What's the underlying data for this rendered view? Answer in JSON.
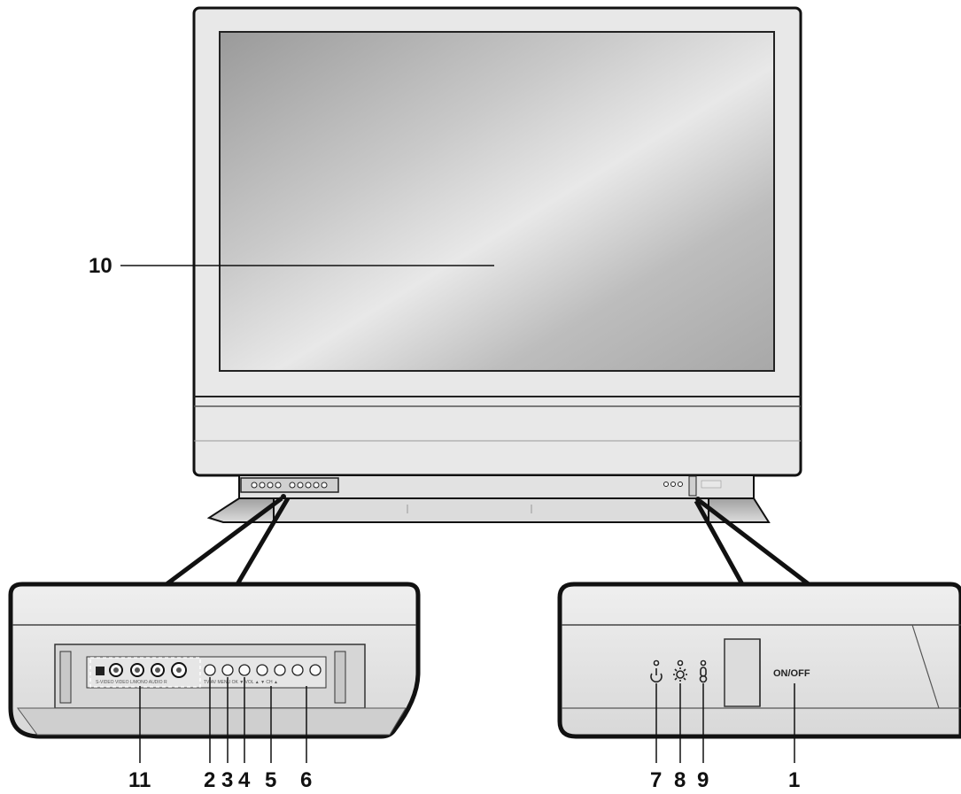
{
  "callouts": {
    "n1": "1",
    "n2": "2",
    "n3": "3",
    "n4": "4",
    "n5": "5",
    "n6": "6",
    "n7": "7",
    "n8": "8",
    "n9": "9",
    "n10": "10",
    "n11": "11"
  },
  "power_button_label": "ON/OFF",
  "icons": {
    "led_7": "power-standby-icon",
    "led_8": "lamp-indicator-icon",
    "led_9": "temperature-indicator-icon"
  },
  "colors": {
    "outline": "#111111",
    "body": "#e6e6e6",
    "screen": "#c8c8c8"
  }
}
